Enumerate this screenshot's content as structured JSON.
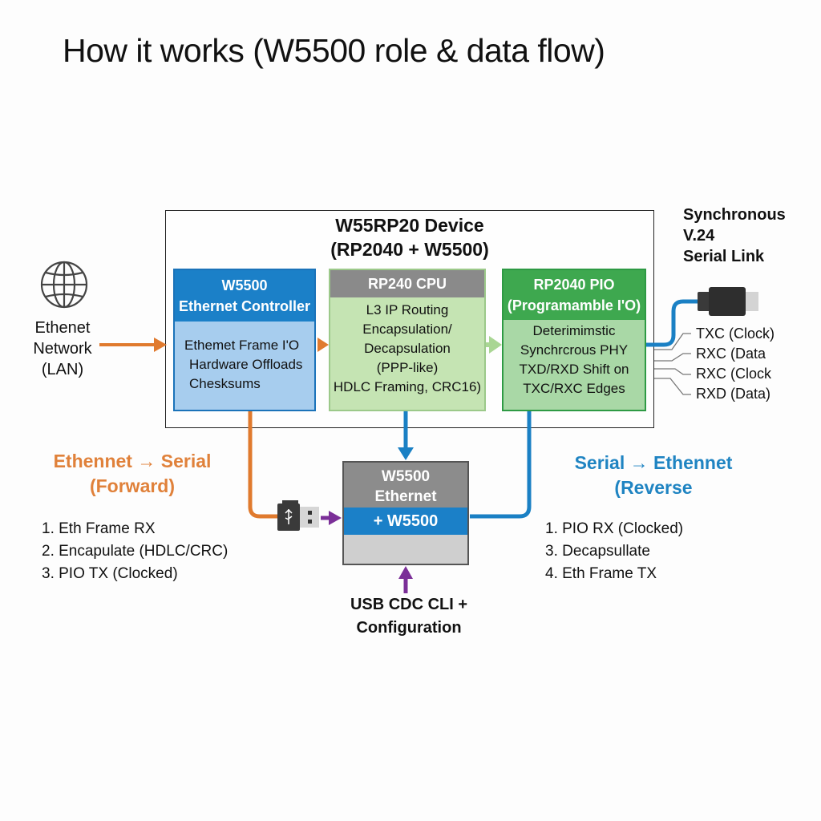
{
  "title": "How it works (W5500 role & data flow)",
  "device": {
    "title_line1": "W55RP20 Device",
    "title_line2": "(RP2040 + W5500)"
  },
  "blocks": {
    "w5500": {
      "header_line1": "W5500",
      "header_line2": "Ethernet Controller",
      "body": [
        "Ethemet Frame I'O",
        "Hardware Offloads",
        "Chesksums"
      ]
    },
    "cpu": {
      "header": "RP240 CPU",
      "body": [
        "L3 IP Routing",
        "Encapsulation/",
        "Decapsulation",
        "(PPP-like)",
        "HDLC Framing, CRC16)"
      ]
    },
    "pio": {
      "header_line1": "RP2040 PIO",
      "header_line2": "(Programamble I'O)",
      "body": [
        "Deterimimstic",
        "Synchrcrous PHY",
        "TXD/RXD Shift on",
        "TXC/RXC Edges"
      ]
    },
    "ethernet_bottom": {
      "line1": "W5500",
      "line2": "Ethernet",
      "band": "+ W5500"
    }
  },
  "lan": {
    "icon": "globe-icon",
    "label_lines": [
      "Ethenet",
      "Network",
      "(LAN)"
    ]
  },
  "serial_link": {
    "title_lines": [
      "Synchronous",
      "V.24",
      "Serial Link"
    ],
    "icon": "serial-connector-icon",
    "signals": [
      "TXC (Clock)",
      "RXC (Data",
      "RXC (Clock",
      "RXD (Data)"
    ]
  },
  "forward": {
    "title_line1": "Ethennet → Serial",
    "title_line2": "(Forward)",
    "steps": [
      "1. Eth Frame RX",
      "2. Encapulate (HDLC/CRC)",
      "3. PIO TX (Clocked)"
    ]
  },
  "reverse": {
    "title_line1": "Serial → Ethennet",
    "title_line2": "(Reverse",
    "steps": [
      "1. PIO RX (Clocked)",
      "3. Decapsullate",
      "4. Eth Frame TX"
    ]
  },
  "usb": {
    "icon": "usb-connector-icon",
    "label_lines": [
      "USB CDC CLI +",
      "Configuration"
    ]
  },
  "colors": {
    "forward_orange": "#e07a2e",
    "reverse_blue": "#1a80c4",
    "usb_purple": "#7b2f98",
    "w5500_blue": "#1b80c8",
    "cpu_green": "#c5e4b3",
    "pio_green": "#3ea84f",
    "header_gray": "#8a8a8a"
  }
}
